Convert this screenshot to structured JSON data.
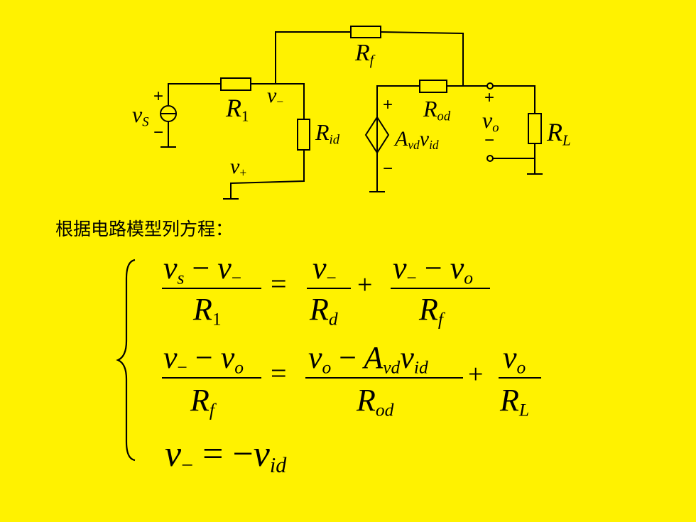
{
  "circuit": {
    "rf": {
      "main": "R",
      "sub": "f"
    },
    "r1": {
      "main": "R",
      "sub": "1"
    },
    "vminus": {
      "main": "v",
      "sup": "−"
    },
    "rid": {
      "main": "R",
      "sub": "id"
    },
    "vs": {
      "main": "v",
      "sub": "S"
    },
    "vplus": {
      "main": "v",
      "sup": "+"
    },
    "rod": {
      "main": "R",
      "sub": "od"
    },
    "avd": {
      "main": "A",
      "sub": "vd"
    },
    "vid": {
      "main": "v",
      "sub": "id"
    },
    "vo": {
      "main": "v",
      "sub": "o"
    },
    "rl": {
      "main": "R",
      "sub": "L"
    },
    "plus_sign": "+",
    "minus_sign": "−"
  },
  "caption": "根据电路模型列方程：",
  "equations": {
    "eq1": {
      "lhs_num": [
        "v",
        "s",
        "v",
        "−"
      ],
      "lhs_den": [
        "R",
        "1"
      ],
      "t1_num": [
        "v",
        "−"
      ],
      "t1_den": [
        "R",
        "d"
      ],
      "t2_num": [
        "v",
        "−",
        "v",
        "o"
      ],
      "t2_den": [
        "R",
        "f"
      ]
    },
    "eq2": {
      "lhs_num": [
        "v",
        "−",
        "v",
        "o"
      ],
      "lhs_den": [
        "R",
        "f"
      ],
      "t1_num": [
        "v",
        "o",
        "A",
        "vd",
        "v",
        "id"
      ],
      "t1_den": [
        "R",
        "od"
      ],
      "t2_num": [
        "v",
        "o"
      ],
      "t2_den": [
        "R",
        "L"
      ]
    },
    "eq3": [
      "v",
      "−",
      "v",
      "id"
    ],
    "ops": {
      "minus": "−",
      "equals": "=",
      "plus": "+"
    }
  }
}
